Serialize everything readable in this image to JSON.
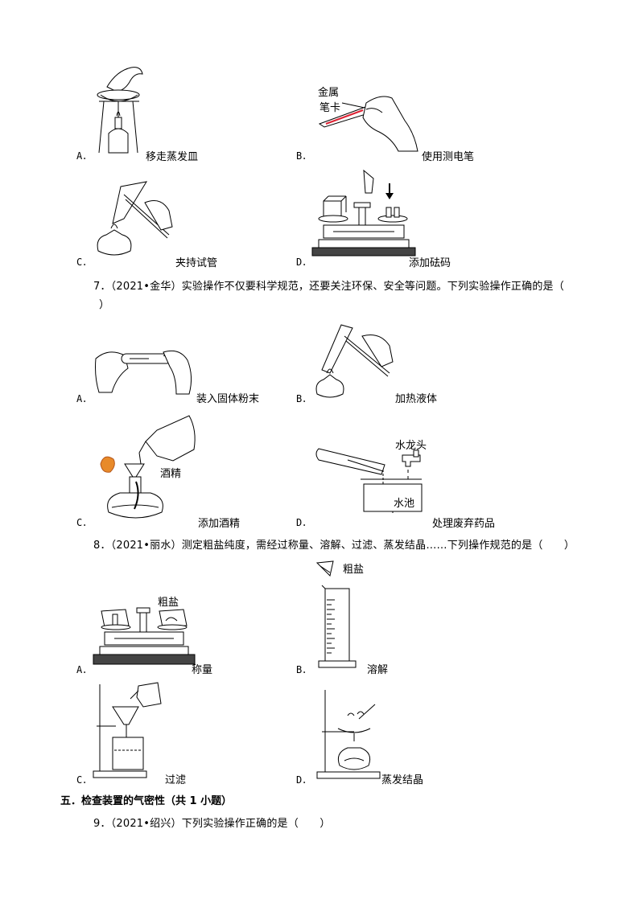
{
  "q6": {
    "options": [
      {
        "letter": "A．",
        "caption": "移走蒸发皿"
      },
      {
        "letter": "B．",
        "caption": "使用测电笔",
        "labels": [
          "金属",
          "笔卡"
        ]
      },
      {
        "letter": "C．",
        "caption": "夹持试管"
      },
      {
        "letter": "D．",
        "caption": "添加砝码"
      }
    ]
  },
  "q7": {
    "line1": "7．（2021•金华）实验操作不仅要科学规范，还要关注环保、安全等问题。下列实验操作正确的是（",
    "line2": "）",
    "options": [
      {
        "letter": "A．",
        "caption": "装入固体粉末"
      },
      {
        "letter": "B．",
        "caption": "加热液体"
      },
      {
        "letter": "C．",
        "caption": "添加酒精",
        "labels": [
          "酒精"
        ]
      },
      {
        "letter": "D．",
        "caption": "处理废弃药品",
        "labels": [
          "水龙头",
          "水池"
        ]
      }
    ]
  },
  "q8": {
    "line1": "8．（2021•丽水）测定粗盐纯度，需经过称量、溶解、过滤、蒸发结晶……下列操作规范的是（　　）",
    "options": [
      {
        "letter": "A．",
        "caption": "称量",
        "labels": [
          "粗盐"
        ]
      },
      {
        "letter": "B．",
        "caption": "溶解",
        "labels": [
          "粗盐"
        ]
      },
      {
        "letter": "C．",
        "caption": "过滤"
      },
      {
        "letter": "D．",
        "caption": "蒸发结晶"
      }
    ]
  },
  "section5": {
    "heading": "五．检查装置的气密性（共 1 小题）"
  },
  "q9": {
    "line1": "9．（2021•绍兴）下列实验操作正确的是（　　）"
  }
}
